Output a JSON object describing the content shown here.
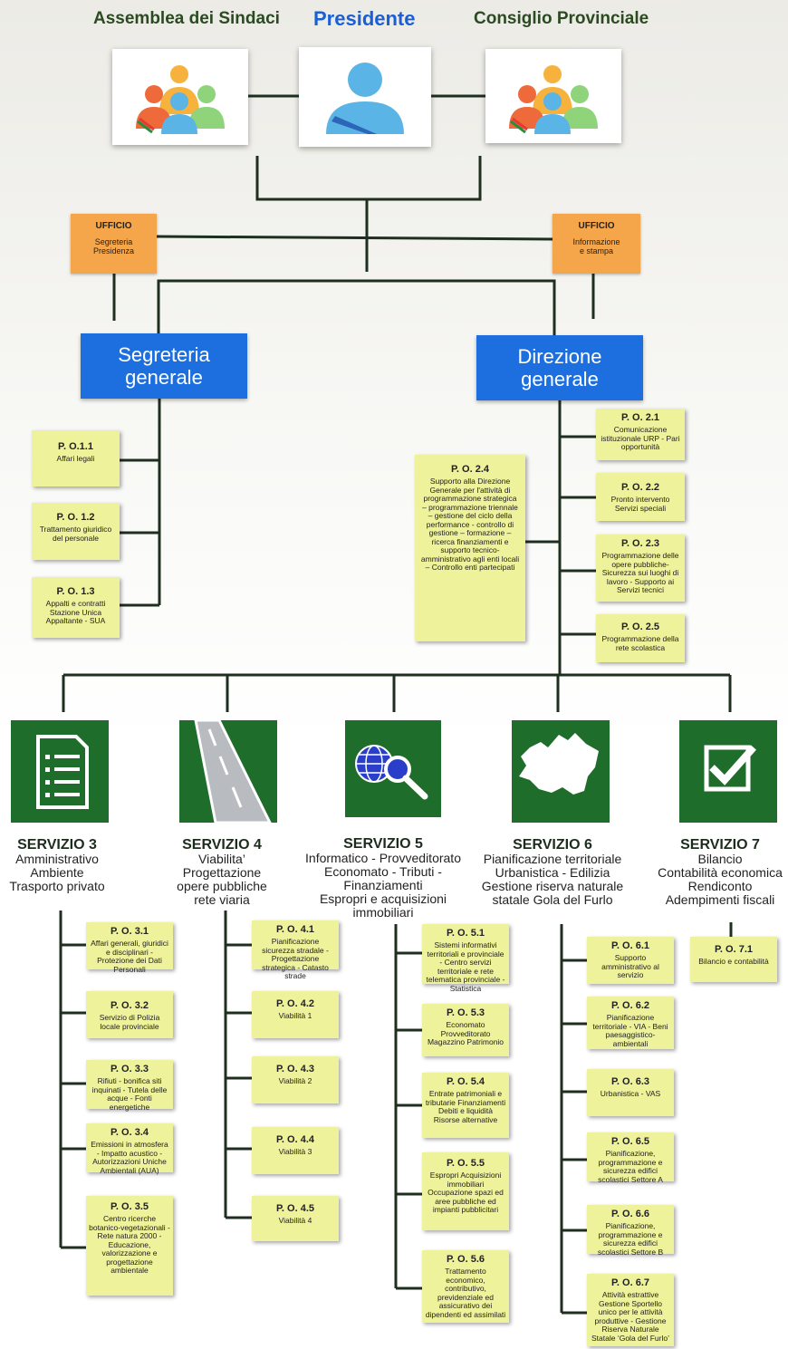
{
  "top": {
    "left_title": "Assemblea dei Sindaci",
    "center_title": "Presidente",
    "right_title": "Consiglio Provinciale"
  },
  "offices": {
    "left": {
      "heading": "UFFICIO",
      "line1": "Segreteria",
      "line2": "Presidenza"
    },
    "right": {
      "heading": "UFFICIO",
      "line1": "Informazione",
      "line2": "e stampa"
    }
  },
  "main": {
    "segreteria": {
      "line1": "Segreteria",
      "line2": "generale"
    },
    "direzione": {
      "line1": "Direzione",
      "line2": "generale"
    }
  },
  "po_left": [
    {
      "code": "P. O.1.1",
      "text": "Affari legali"
    },
    {
      "code": "P. O. 1.2",
      "text": "Trattamento giuridico del personale"
    },
    {
      "code": "P. O. 1.3",
      "text": "Appalti e contratti Stazione Unica Appaltante -  SUA"
    }
  ],
  "po_right": [
    {
      "code": "P. O. 2.1",
      "text": "Comunicazione istituzionale URP - Pari opportunità"
    },
    {
      "code": "P. O. 2.2",
      "text": "Pronto intervento Servizi speciali"
    },
    {
      "code": "P. O. 2.3",
      "text": "Programmazione delle opere pubbliche- Sicurezza sui luoghi di lavoro - Supporto ai Servizi tecnici"
    },
    {
      "code": "P. O. 2.5",
      "text": "Programmazione della rete scolastica"
    }
  ],
  "po_2_4": {
    "code": "P. O. 2.4",
    "text": "Supporto alla Direzione Generale per l'attività di programmazione strategica – programmazione triennale – gestione del ciclo della performance - controllo di gestione – formazione – ricerca finanziamenti e supporto tecnico-amministrativo agli enti locali – Controllo enti partecipati"
  },
  "services": [
    {
      "title": "SERVIZIO 3",
      "lines": [
        "Amministrativo",
        "Ambiente",
        "Trasporto privato"
      ],
      "icon": "document-list-icon"
    },
    {
      "title": "SERVIZIO 4",
      "lines": [
        "Viabilita’",
        "Progettazione",
        "opere pubbliche",
        "rete viaria"
      ],
      "icon": "road-icon"
    },
    {
      "title": "SERVIZIO 5",
      "lines": [
        "Informatico - Provveditorato",
        "Economato - Tributi -",
        "Finanziamenti",
        "Espropri e acquisizioni",
        "immobiliari"
      ],
      "icon": "globe-search-icon"
    },
    {
      "title": "SERVIZIO 6",
      "lines": [
        "Pianificazione territoriale",
        "Urbanistica - Edilizia",
        "Gestione riserva naturale",
        "statale Gola del Furlo"
      ],
      "icon": "territory-map-icon"
    },
    {
      "title": "SERVIZIO 7",
      "lines": [
        "Bilancio",
        "Contabilità economica",
        "Rendiconto",
        "Adempimenti fiscali"
      ],
      "icon": "checkbox-icon"
    }
  ],
  "po_s3": [
    {
      "code": "P. O. 3.1",
      "text": "Affari generali, giuridici e disciplinari - Protezione dei Dati Personali"
    },
    {
      "code": "P. O. 3.2",
      "text": "Servizio di Polizia locale provinciale"
    },
    {
      "code": "P. O. 3.3",
      "text": "Rifiuti - bonifica siti inquinati - Tutela delle acque - Fonti energetiche"
    },
    {
      "code": "P. O. 3.4",
      "text": "Emissioni in atmosfera - Impatto acustico - Autorizzazioni Uniche Ambientali (AUA)"
    },
    {
      "code": "P. O. 3.5",
      "text": "Centro ricerche botanico-vegetazionali - Rete natura 2000 - Educazione, valorizzazione e progettazione ambientale"
    }
  ],
  "po_s4": [
    {
      "code": "P. O. 4.1",
      "text": "Pianificazione sicurezza stradale - Progettazione strategica - Catasto strade"
    },
    {
      "code": "P. O. 4.2",
      "text": "Viabilità 1"
    },
    {
      "code": "P. O. 4.3",
      "text": "Viabilità 2"
    },
    {
      "code": "P. O. 4.4",
      "text": "Viabilità 3"
    },
    {
      "code": "P. O. 4.5",
      "text": "Viabilità 4"
    }
  ],
  "po_s5": [
    {
      "code": "P. O. 5.1",
      "text": "Sistemi informativi territoriali e provinciale - Centro servizi territoriale e rete telematica provinciale - Statistica"
    },
    {
      "code": "P. O. 5.3",
      "text": "Economato Provveditorato Magazzino Patrimonio"
    },
    {
      "code": "P. O. 5.4",
      "text": "Entrate patrimoniali e tributarie Finanziamenti Debiti e liquidità Risorse alternative"
    },
    {
      "code": "P. O. 5.5",
      "text": "Espropri Acquisizioni immobiliari Occupazione spazi ed aree pubbliche ed impianti pubblicitari"
    },
    {
      "code": "P. O. 5.6",
      "text": "Trattamento economico, contributivo, previdenziale ed assicurativo dei dipendenti ed assimilati"
    }
  ],
  "po_s6": [
    {
      "code": "P. O. 6.1",
      "text": "Supporto amministrativo al servizio"
    },
    {
      "code": "P. O. 6.2",
      "text": "Pianificazione territoriale - VIA - Beni paesaggistico-ambientali"
    },
    {
      "code": "P. O. 6.3",
      "text": "Urbanistica - VAS"
    },
    {
      "code": "P. O. 6.5",
      "text": "Pianificazione, programmazione e sicurezza edifici scolastici Settore A"
    },
    {
      "code": "P. O. 6.6",
      "text": "Pianificazione, programmazione e sicurezza edifici scolastici Settore B"
    },
    {
      "code": "P. O. 6.7",
      "text": "Attività estrattive Gestione Sportello unico per le attività produttive - Gestione Riserva Naturale Statale ‘Gola del Furlo’"
    }
  ],
  "po_s7": [
    {
      "code": "P. O. 7.1",
      "text": "Bilancio e contabilità"
    }
  ],
  "colors": {
    "note": "#eef29a",
    "office": "#f6a64a",
    "main_blue": "#1d6fe0",
    "service_green": "#1f6d2a",
    "line": "#1f2f1f"
  }
}
